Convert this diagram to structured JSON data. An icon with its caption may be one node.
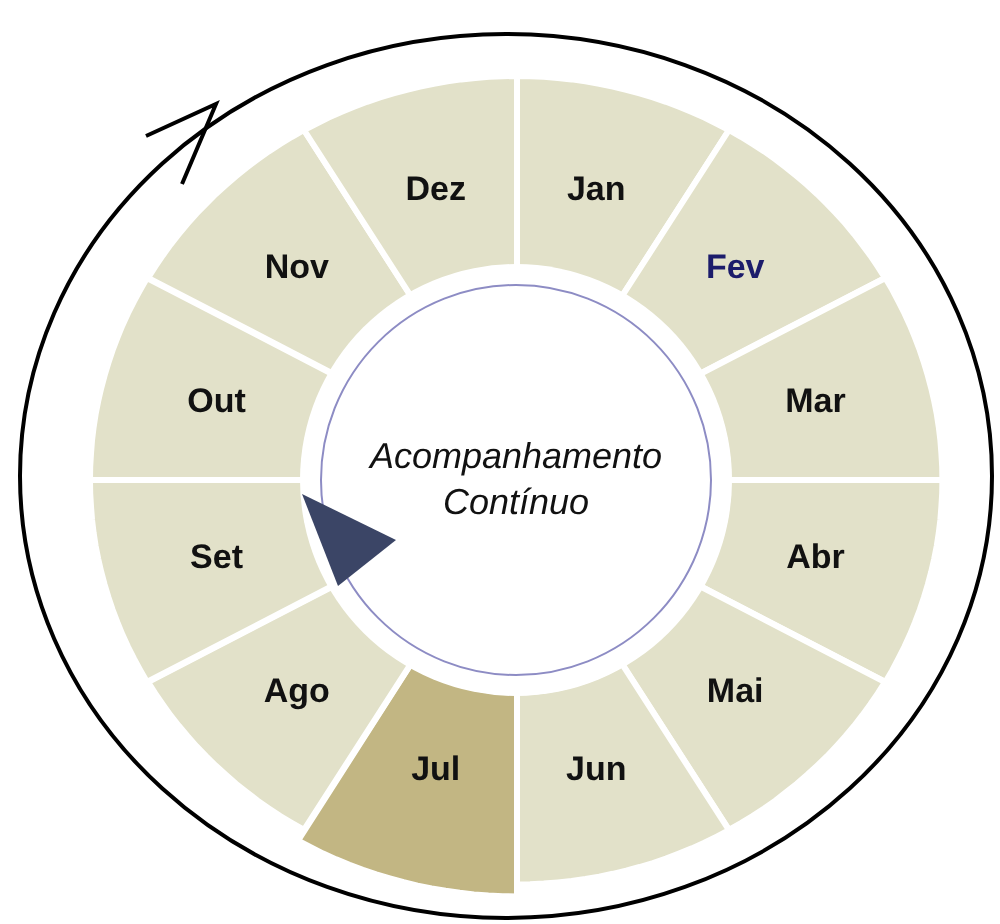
{
  "diagram": {
    "nodes": [
      {
        "text": [
          "Jan"
        ]
      },
      {
        "text": [
          "Fev"
        ]
      },
      {
        "text": [
          "Mar"
        ]
      },
      {
        "text": [
          "Abr"
        ]
      },
      {
        "text": [
          "Mai"
        ]
      },
      {
        "text": [
          "Jun"
        ]
      },
      {
        "text": [
          "Jul"
        ]
      },
      {
        "text": [
          "Ago"
        ]
      },
      {
        "text": [
          "Set"
        ]
      },
      {
        "text": [
          "Out"
        ]
      },
      {
        "text": [
          "Nov"
        ]
      },
      {
        "text": [
          "Dez"
        ]
      },
      {
        "text": [
          "Acompanhamento Contínuo"
        ]
      }
    ]
  }
}
